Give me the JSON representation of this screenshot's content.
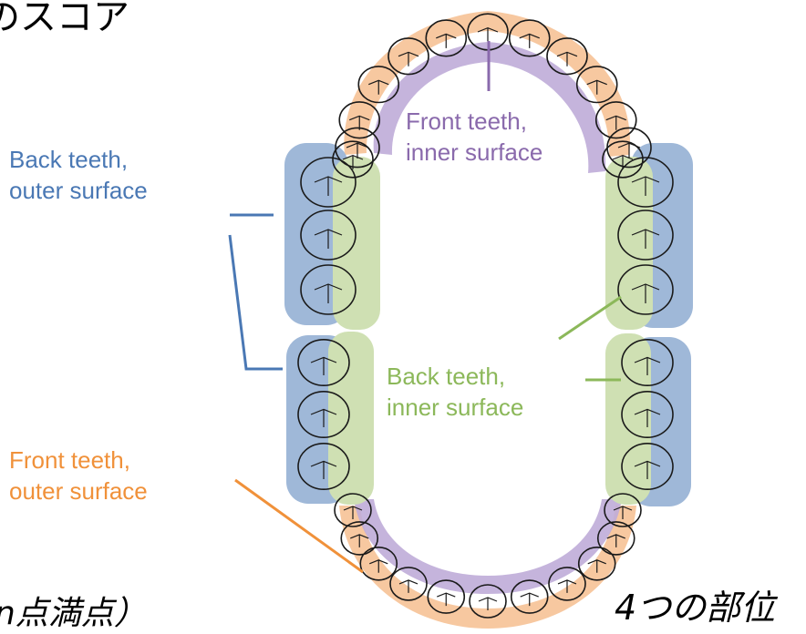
{
  "colors": {
    "blue": "#4a78b4",
    "blue_fill": "#9fb8d8",
    "green": "#8cb85a",
    "green_fill": "#cfe0b3",
    "orange": "#f0913a",
    "orange_fill": "#f7c8a0",
    "purple": "#8a6aac",
    "purple_fill": "#bfacd8",
    "outline": "#1a1a1a"
  },
  "header_fragment": "のスコア",
  "footer_fragment": "n点満点）",
  "caption": "4つの部位",
  "labels": {
    "front_inner": {
      "line1": "Front teeth,",
      "line2": "inner surface"
    },
    "back_outer": {
      "line1": "Back teeth,",
      "line2": "outer surface"
    },
    "back_inner": {
      "line1": "Back teeth,",
      "line2": "inner surface"
    },
    "front_outer": {
      "line1": "Front teeth,",
      "line2": "outer surface"
    }
  }
}
